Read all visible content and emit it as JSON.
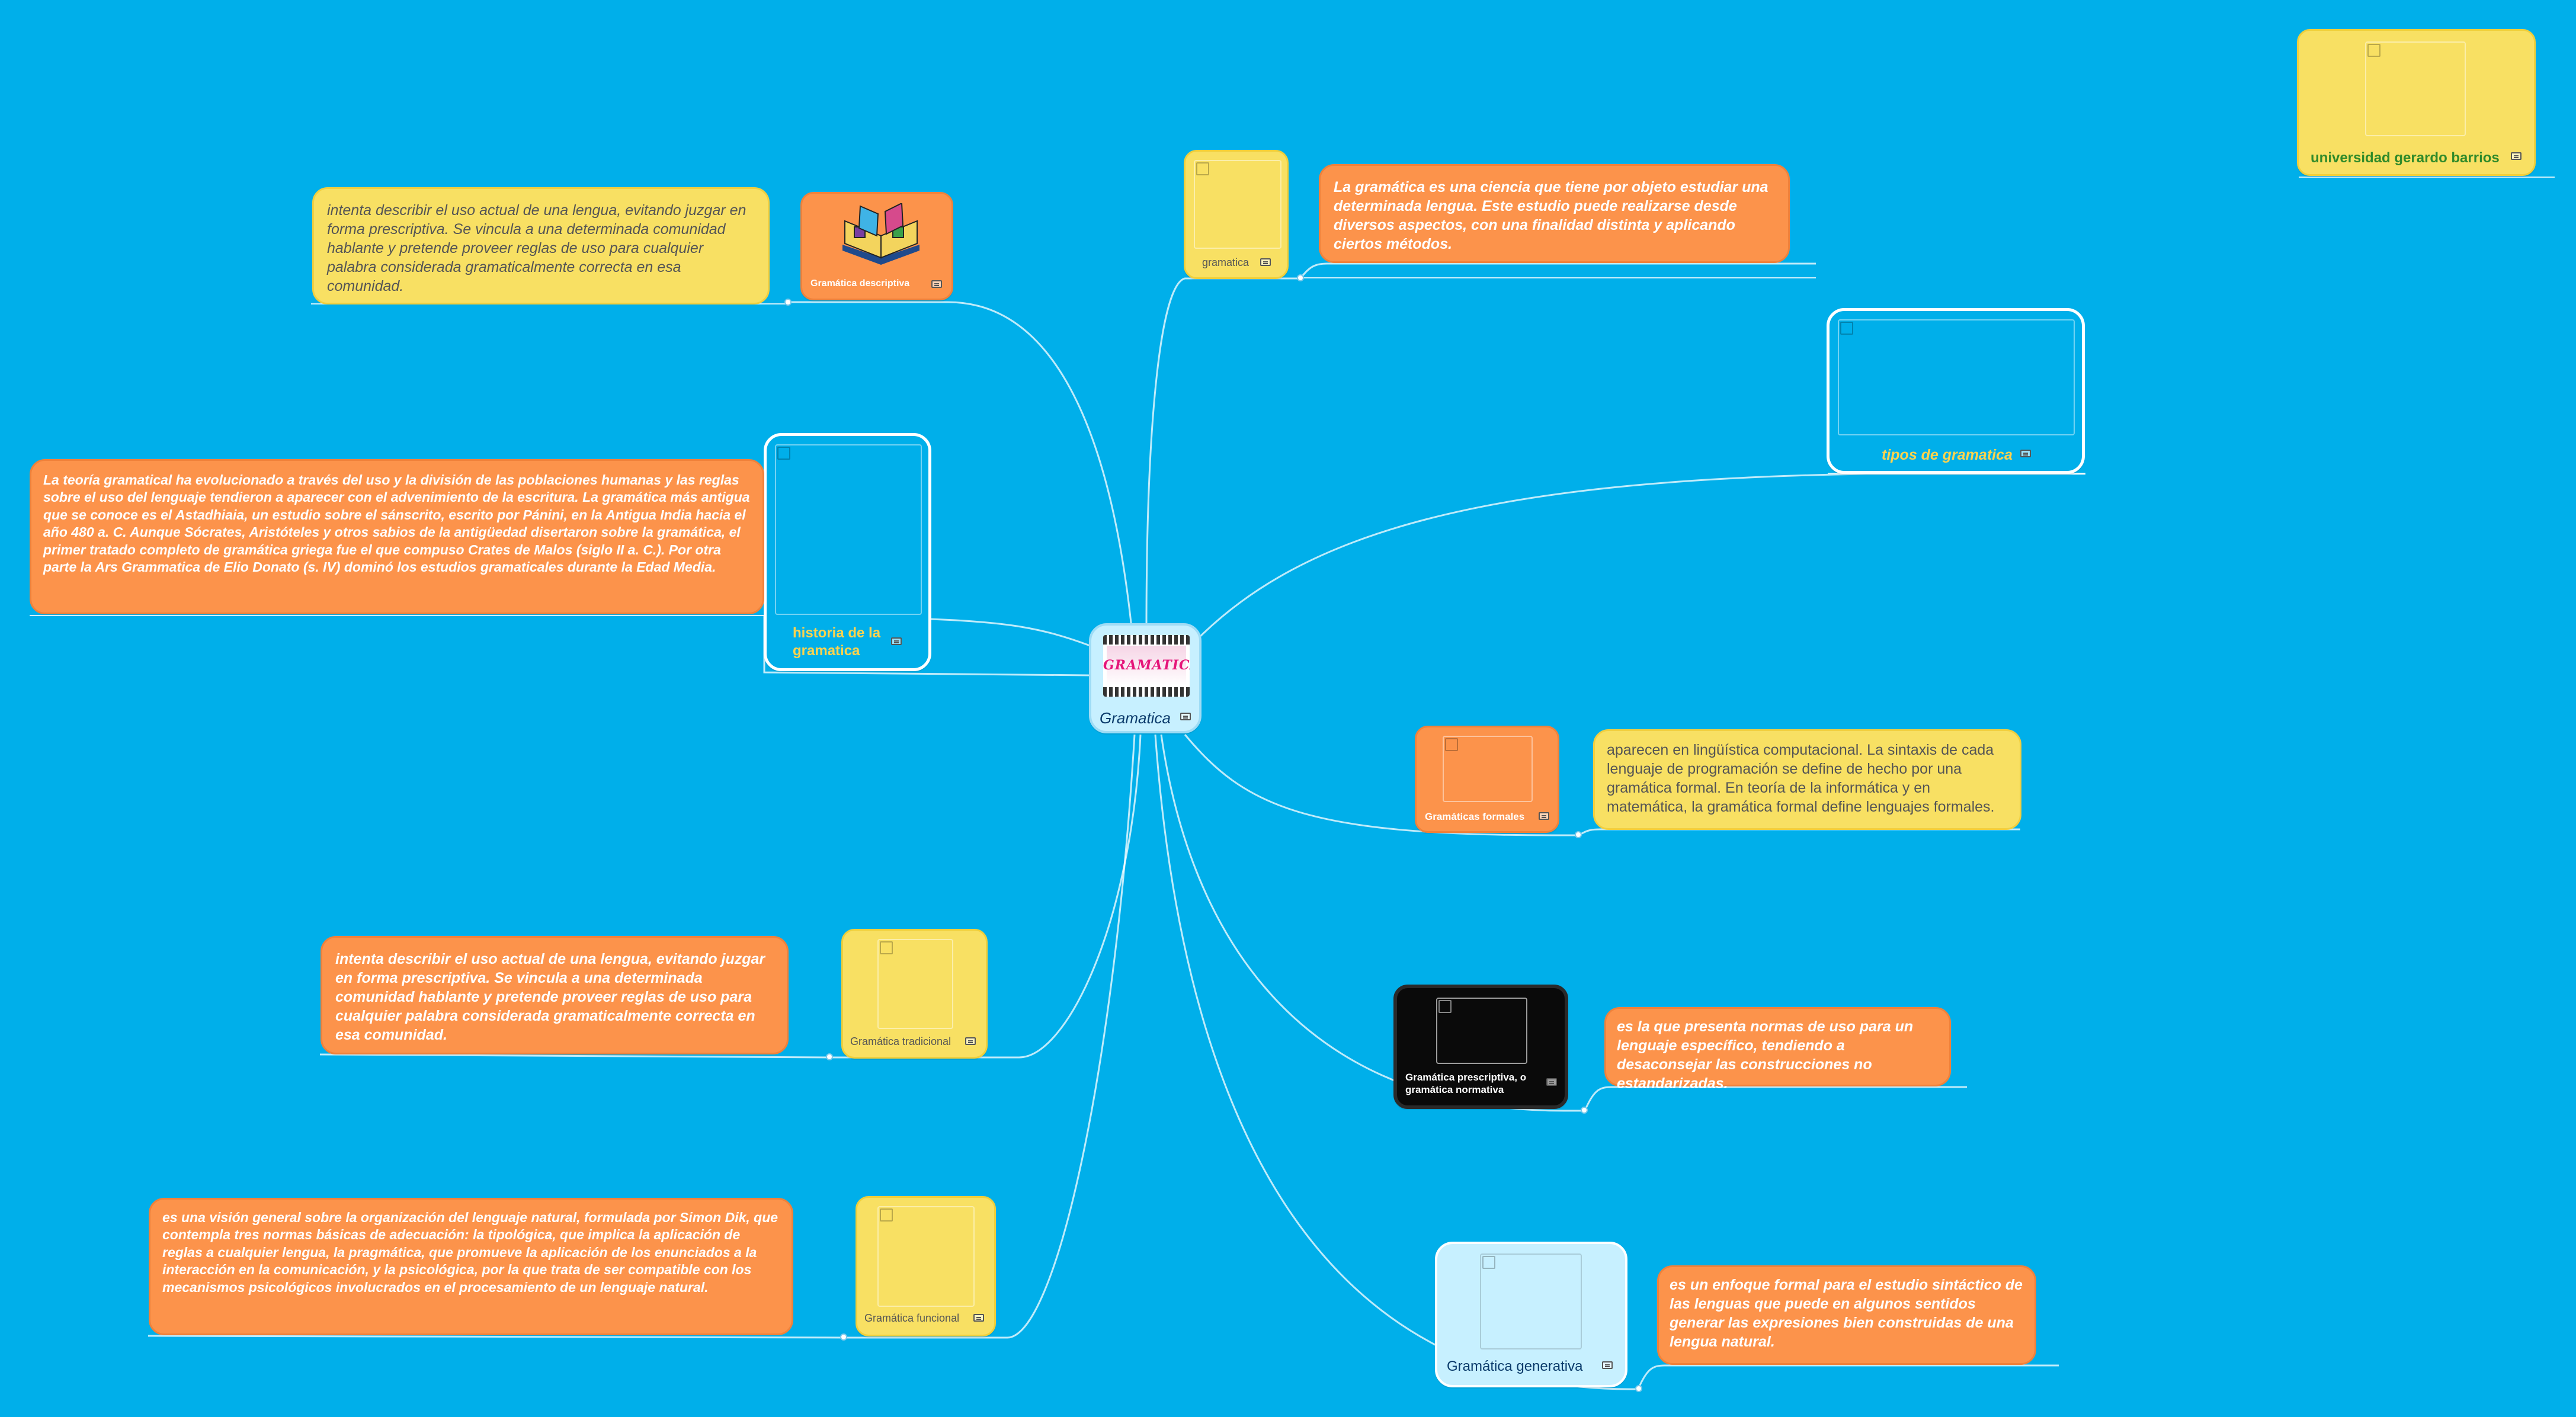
{
  "colors": {
    "background": "#00afea",
    "yellow": "#f8e063",
    "orange": "#fc934b",
    "light_blue": "#c7f0ff",
    "black": "#0a0a0a",
    "title_text": "#ffd34d",
    "green_text": "#2f8a2a"
  },
  "center": {
    "title": "Gramatica",
    "image_text": "GRAMATICA"
  },
  "corner_node": {
    "label": "universidad gerardo barrios",
    "icon": "note-icon"
  },
  "nodes": {
    "gramatica": {
      "label": "gramatica",
      "description": "La gramática es una ciencia que tiene por objeto estudiar una determinada lengua. Este estudio puede realizarse desde diversos aspectos, con una finalidad distinta y aplicando ciertos métodos."
    },
    "descriptiva": {
      "label": "Gramática descriptiva",
      "icon": "open-book-icon",
      "description": "intenta describir el uso actual de una lengua, evitando juzgar en forma prescriptiva. Se vincula a una determinada comunidad hablante y pretende proveer reglas de uso para cualquier palabra considerada gramaticalmente correcta en esa comunidad."
    },
    "historia": {
      "label": "historia de la gramatica",
      "description": "La teoría gramatical ha evolucionado a través del uso y la división de las poblaciones humanas y las reglas sobre el uso del lenguaje tendieron a aparecer con el advenimiento de la escritura. La gramática más antigua que se conoce es el Astadhiaia, un estudio sobre el sánscrito, escrito por Pánini, en la Antigua India hacia el año 480 a. C. Aunque Sócrates, Aristóteles y otros sabios de la antigüedad disertaron sobre la gramática, el primer tratado completo de gramática griega fue el que compuso Crates de Malos (siglo II a. C.). Por otra parte la Ars Grammatica de Elio Donato (s. IV) dominó los estudios gramaticales durante la Edad Media."
    },
    "tipos": {
      "label": "tipos de gramatica"
    },
    "formales": {
      "label": "Gramáticas formales",
      "description": "aparecen en lingüística computacional. La sintaxis de cada lenguaje de programación se define de hecho por una gramática formal. En teoría de la informática y en matemática, la gramática formal define lenguajes formales."
    },
    "tradicional": {
      "label": "Gramática tradicional",
      "description": "intenta describir el uso actual de una lengua, evitando juzgar en forma prescriptiva. Se vincula a una determinada comunidad hablante y pretende proveer reglas de uso para cualquier palabra considerada gramaticalmente correcta en esa comunidad."
    },
    "prescriptiva": {
      "label": "Gramática prescriptiva, o gramática normativa",
      "description": "es la que presenta normas de uso para un lenguaje específico, tendiendo a desaconsejar las construcciones no estandarizadas."
    },
    "funcional": {
      "label": "Gramática funcional",
      "description": "es una visión general sobre la organización del lenguaje natural, formulada por Simon Dik, que contempla tres normas básicas de adecuación: la tipológica, que implica la aplicación de reglas a cualquier lengua, la pragmática, que promueve la aplicación de los enunciados a la interacción en la comunicación, y la psicológica, por la que trata de ser compatible con los mecanismos psicológicos involucrados en el procesamiento de un lenguaje natural."
    },
    "generativa": {
      "label": "Gramática generativa",
      "description": "es un enfoque formal para el estudio sintáctico de las lenguas que puede en algunos sentidos generar las expresiones bien construidas de una lengua natural."
    }
  }
}
